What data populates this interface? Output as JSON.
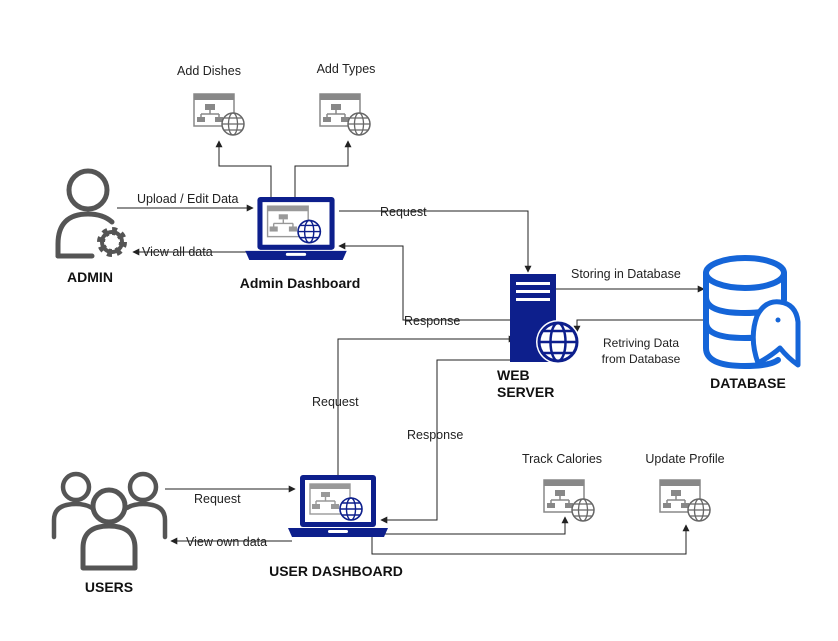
{
  "nodes": {
    "admin": "ADMIN",
    "admin_dashboard": "Admin Dashboard",
    "add_dishes": "Add Dishes",
    "add_types": "Add Types",
    "web_server_line1": "WEB",
    "web_server_line2": "SERVER",
    "database": "DATABASE",
    "users": "USERS",
    "user_dashboard": "USER DASHBOARD",
    "track_calories": "Track Calories",
    "update_profile": "Update Profile"
  },
  "edges": {
    "upload_edit": "Upload / Edit Data",
    "view_all": "View all data",
    "admin_request": "Request",
    "admin_response": "Response",
    "storing": "Storing in Database",
    "retrieving_line1": "Retriving Data",
    "retrieving_line2": "from Database",
    "user_request_up": "Request",
    "user_response": "Response",
    "user_request": "Request",
    "view_own": "View own data"
  },
  "colors": {
    "navy": "#0d1f8c",
    "blue": "#1565d8",
    "gray": "#555555",
    "stroke": "#222222"
  },
  "icons": {
    "admin": "user-gear-icon",
    "users": "users-group-icon",
    "laptop": "laptop-web-icon",
    "web_page": "web-page-icon",
    "server": "server-globe-icon",
    "database": "database-icon"
  }
}
